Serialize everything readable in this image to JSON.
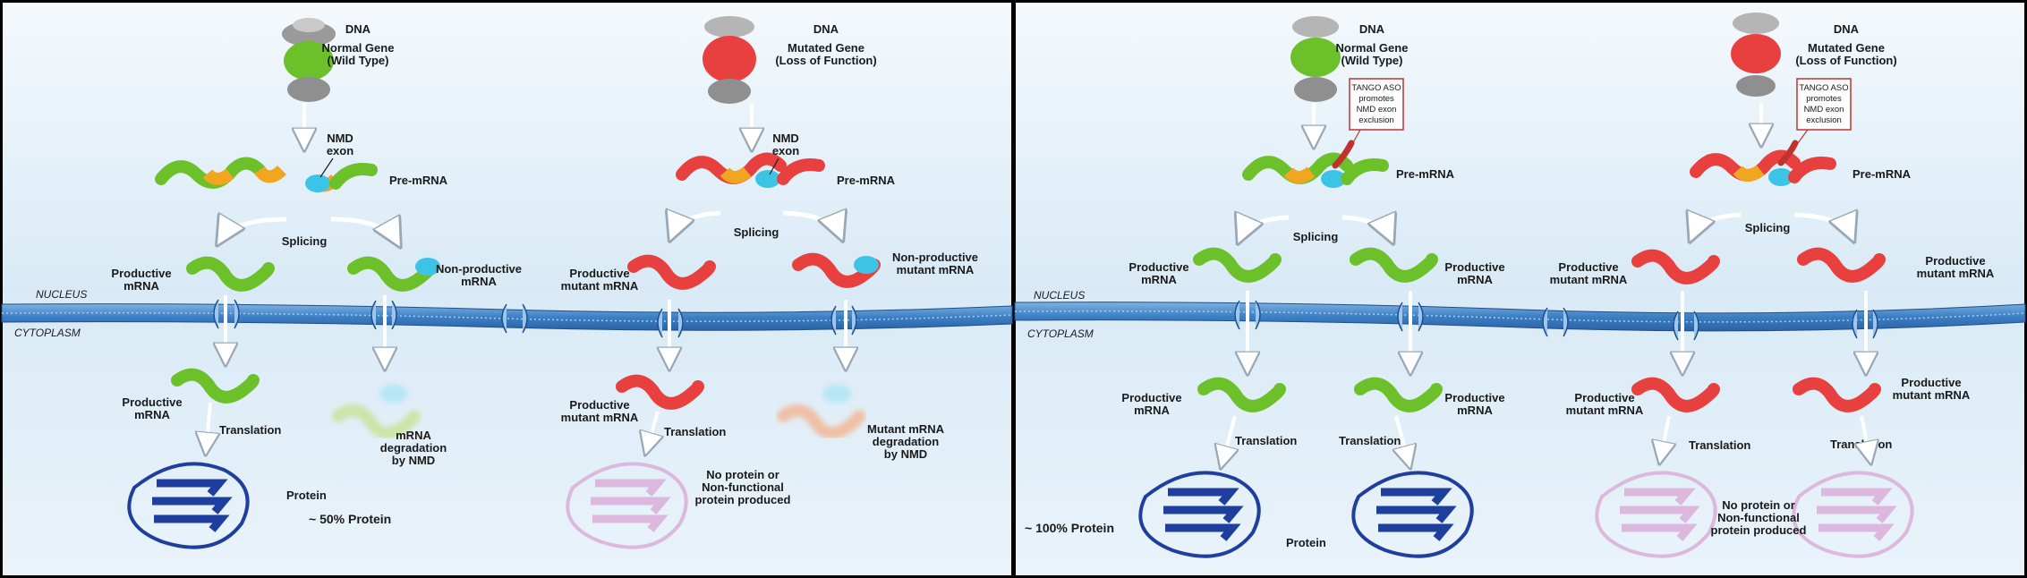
{
  "panels": {
    "left": {
      "wt": {
        "dna_title": "DNA",
        "gene_line1": "Normal Gene",
        "gene_line2": "(Wild Type)",
        "nmd_line1": "NMD",
        "nmd_line2": "exon",
        "premrna": "Pre-mRNA",
        "splicing": "Splicing",
        "prod_line1": "Productive",
        "prod_line2": "mRNA",
        "nonprod_line1": "Non-productive",
        "nonprod_line2": "mRNA",
        "cyto_prod_line1": "Productive",
        "cyto_prod_line2": "mRNA",
        "translation": "Translation",
        "deg_line1": "mRNA",
        "deg_line2": "degradation",
        "deg_line3": "by NMD",
        "protein": "Protein",
        "result": "~ 50% Protein"
      },
      "mut": {
        "dna_title": "DNA",
        "gene_line1": "Mutated Gene",
        "gene_line2": "(Loss of Function)",
        "nmd_line1": "NMD",
        "nmd_line2": "exon",
        "premrna": "Pre-mRNA",
        "splicing": "Splicing",
        "prod_line1": "Productive",
        "prod_line2": "mutant mRNA",
        "nonprod_line1": "Non-productive",
        "nonprod_line2": "mutant mRNA",
        "cyto_prod_line1": "Productive",
        "cyto_prod_line2": "mutant mRNA",
        "translation": "Translation",
        "deg_line1": "Mutant mRNA",
        "deg_line2": "degradation",
        "deg_line3": "by NMD",
        "noprot_line1": "No protein or",
        "noprot_line2": "Non-functional",
        "noprot_line3": "protein produced"
      },
      "nucleus": "NUCLEUS",
      "cytoplasm": "CYTOPLASM"
    },
    "right": {
      "wt": {
        "dna_title": "DNA",
        "gene_line1": "Normal Gene",
        "gene_line2": "(Wild Type)",
        "aso_line1": "TANGO ASO",
        "aso_line2": "promotes",
        "aso_line3": "NMD exon",
        "aso_line4": "exclusion",
        "premrna": "Pre-mRNA",
        "splicing": "Splicing",
        "prod_a_line1": "Productive",
        "prod_a_line2": "mRNA",
        "prod_b_line1": "Productive",
        "prod_b_line2": "mRNA",
        "cyto_a_line1": "Productive",
        "cyto_a_line2": "mRNA",
        "cyto_b_line1": "Productive",
        "cyto_b_line2": "mRNA",
        "translation_a": "Translation",
        "translation_b": "Translation",
        "result": "~ 100% Protein",
        "protein": "Protein"
      },
      "mut": {
        "dna_title": "DNA",
        "gene_line1": "Mutated Gene",
        "gene_line2": "(Loss of Function)",
        "aso_line1": "TANGO ASO",
        "aso_line2": "promotes",
        "aso_line3": "NMD exon",
        "aso_line4": "exclusion",
        "premrna": "Pre-mRNA",
        "splicing": "Splicing",
        "prod_a_line1": "Productive",
        "prod_a_line2": "mutant mRNA",
        "prod_b_line1": "Productive",
        "prod_b_line2": "mutant mRNA",
        "cyto_a_line1": "Productive",
        "cyto_a_line2": "mutant mRNA",
        "cyto_b_line1": "Productive",
        "cyto_b_line2": "mutant mRNA",
        "translation_a": "Translation",
        "translation_b": "Translation",
        "noprot_line1": "No protein or",
        "noprot_line2": "Non-functional",
        "noprot_line3": "protein produced"
      },
      "nucleus": "NUCLEUS",
      "cytoplasm": "CYTOPLASM"
    }
  },
  "colors": {
    "wildtype_green": "#6cc12a",
    "mutant_red": "#e8403f",
    "nmd_exon_blue": "#3cc4e6",
    "exon_orange": "#f2a51f",
    "membrane_blue": "#3d7fc4",
    "protein_blue": "#1e3f9e",
    "nonfunctional_pink": "#d89ad0",
    "aso_red": "#c0322f"
  }
}
